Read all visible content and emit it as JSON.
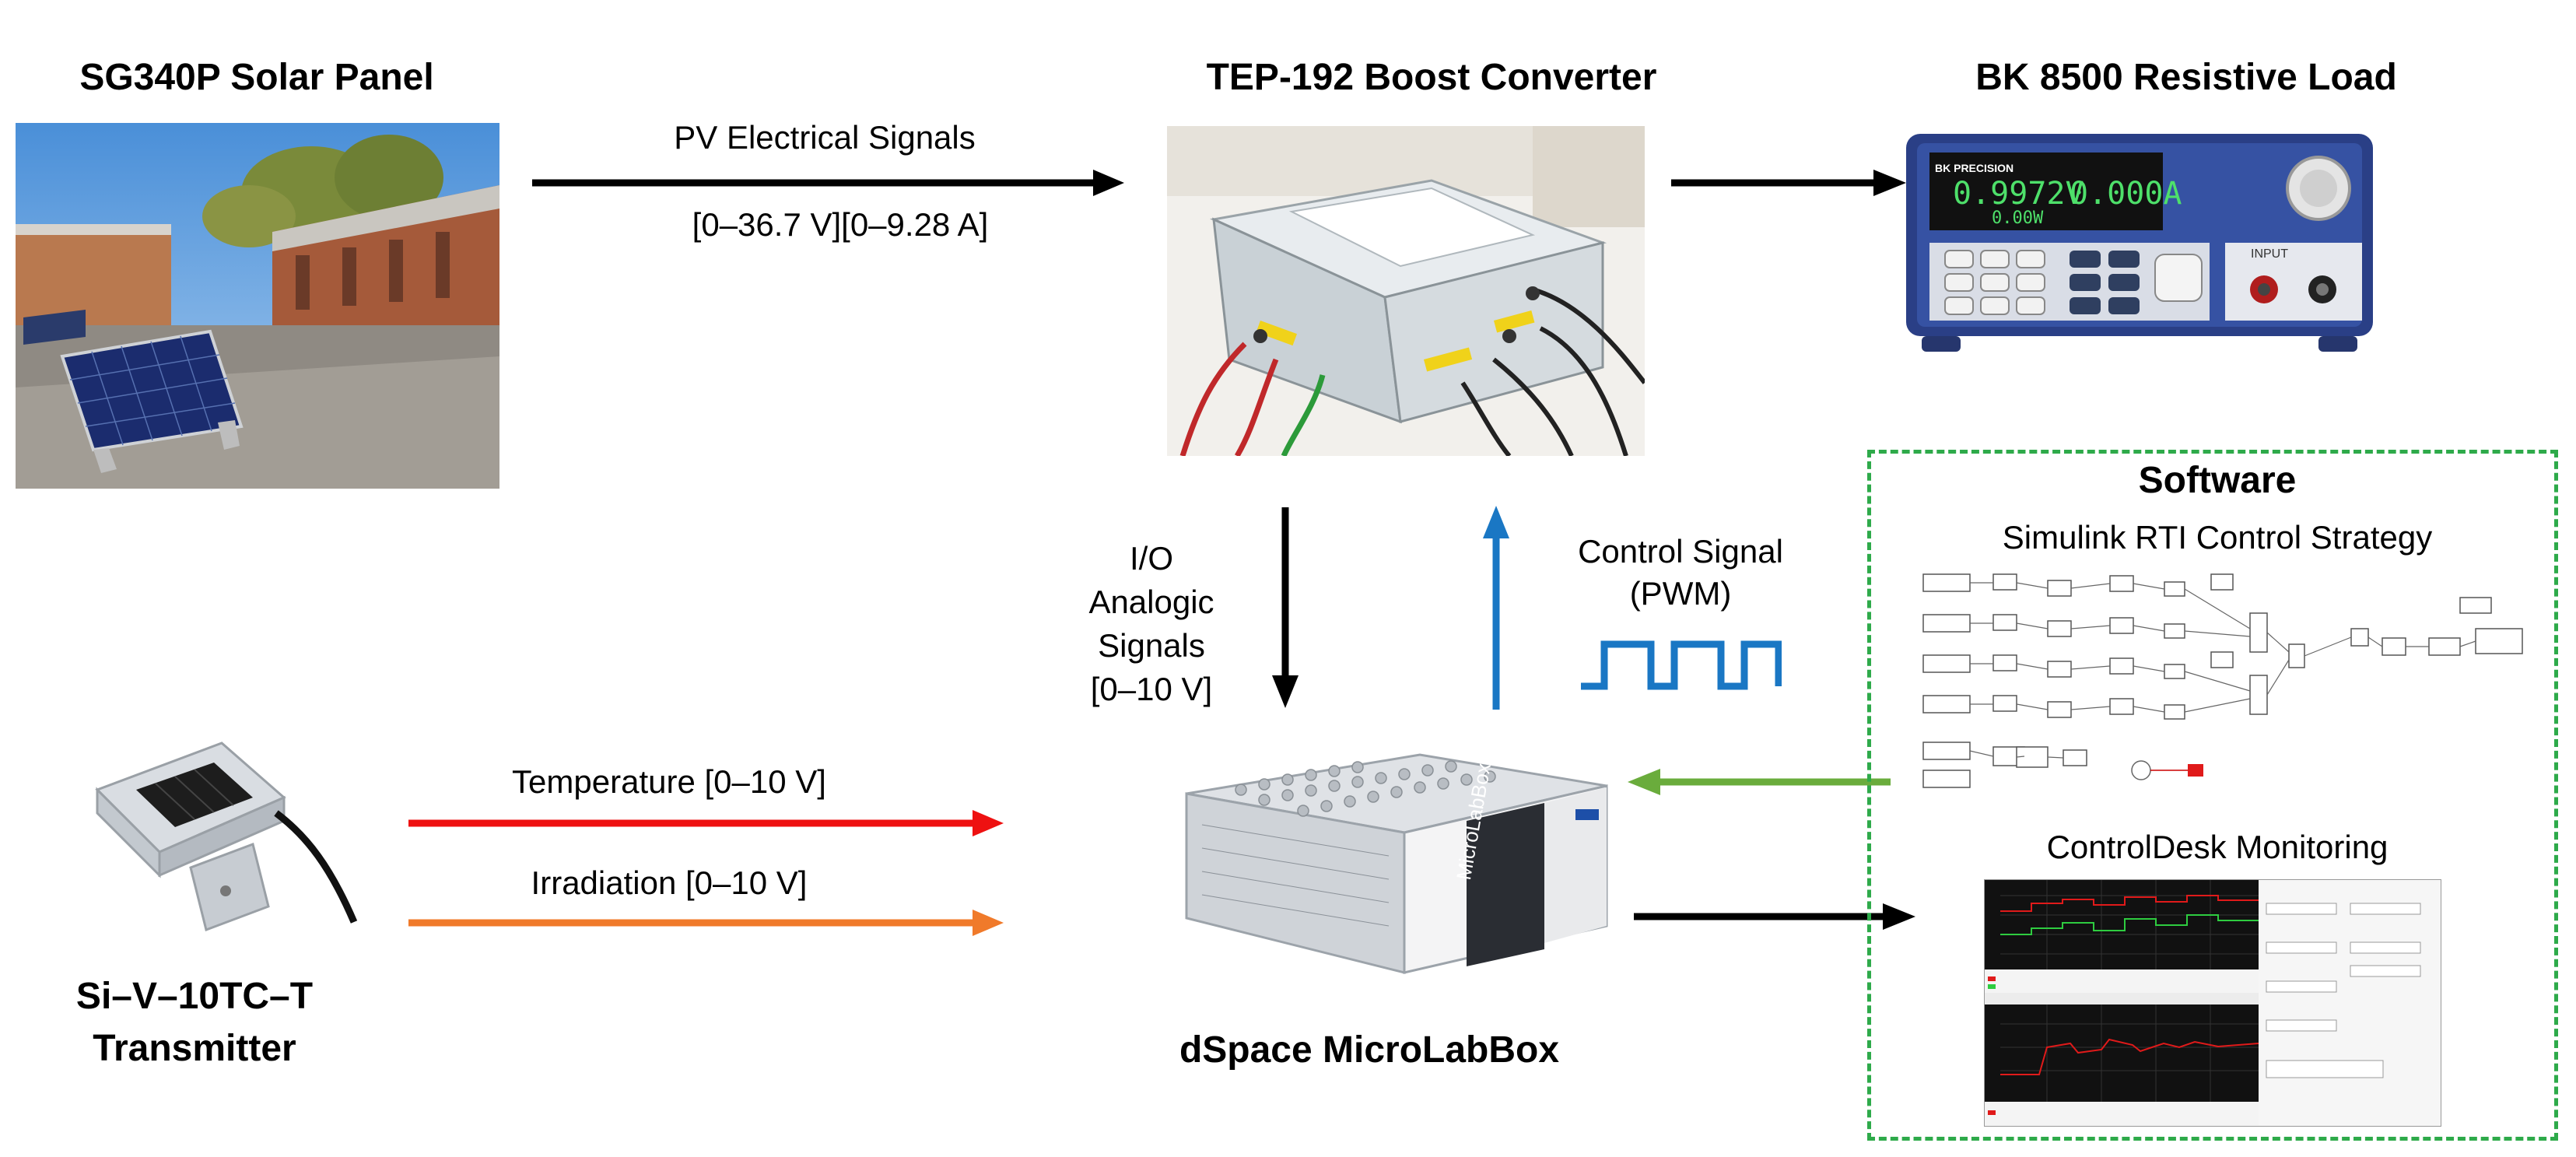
{
  "components": {
    "solar_panel": {
      "title": "SG340P Solar Panel"
    },
    "boost_converter": {
      "title": "TEP-192 Boost Converter"
    },
    "resistive_load": {
      "title": "BK 8500 Resistive Load",
      "display_v": "0.9972V",
      "display_a": "0.000A",
      "display_w": "0.00W",
      "brand": "BK PRECISION",
      "input_label": "INPUT"
    },
    "transmitter": {
      "title_line1": "Si–V–10TC–T",
      "title_line2": "Transmitter"
    },
    "microlabbox": {
      "title": "dSpace MicroLabBox",
      "device_label": "MicroLabBox"
    }
  },
  "signals": {
    "pv_electrical": {
      "line1": "PV Electrical Signals",
      "line2": "[0–36.7 V][0–9.28 A]"
    },
    "io_analogic": {
      "line1": "I/O",
      "line2": "Analogic",
      "line3": "Signals",
      "line4": "[0–10 V]"
    },
    "control_signal": {
      "line1": "Control Signal",
      "line2": "(PWM)"
    },
    "temperature": {
      "label": "Temperature [0–10 V]"
    },
    "irradiation": {
      "label": "Irradiation [0–10 V]"
    }
  },
  "software": {
    "title": "Software",
    "simulink_title": "Simulink RTI Control Strategy",
    "controldesk_title": "ControlDesk Monitoring",
    "border_color": "#2eaa4a"
  },
  "colors": {
    "arrow_black": "#000000",
    "arrow_blue": "#1a77c4",
    "arrow_green": "#6aac3c",
    "arrow_red": "#ee1111",
    "arrow_orange": "#f07a2a",
    "pwm_blue": "#1a77c4"
  }
}
